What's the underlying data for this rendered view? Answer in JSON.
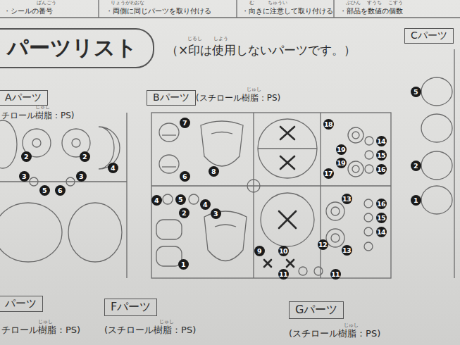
{
  "diagram": {
    "nodes": [
      {
        "text": [
          "パーツリスト"
        ]
      },
      {
        "text": [
          "Aパーツ"
        ]
      },
      {
        "text": [
          "Bパーツ"
        ]
      },
      {
        "text": [
          "Cパーツ"
        ]
      },
      {
        "text": [
          "パーツ"
        ]
      },
      {
        "text": [
          "Fパーツ"
        ]
      },
      {
        "text": [
          "Gパーツ"
        ]
      }
    ],
    "labels": [
      "・シールの番号",
      "ばんごう",
      "・両側に同じパーツを取り付ける",
      "りょうがわ",
      "おな",
      "・向きに注意して取り付ける",
      "む",
      "ちゅうい",
      "・部品を数値の個数",
      "ぶひん",
      "すうち",
      "こすう",
      "（×印は使用しないパーツです。）",
      "じるし",
      "しよう",
      "じゅし",
      "チロール樹脂：PS)",
      "じゅし",
      "(スチロール樹脂：PS)",
      "2",
      "2",
      "4",
      "3",
      "3",
      "5",
      "6",
      "7",
      "6",
      "8",
      "18",
      "17",
      "19",
      "19",
      "14",
      "15",
      "16",
      "4",
      "5",
      "4",
      "3",
      "2",
      "13",
      "16",
      "15",
      "14",
      "12",
      "13",
      "1",
      "9",
      "10",
      "11",
      "11",
      "5",
      "2",
      "1",
      "じゅし",
      "チロール樹脂：PS)",
      "じゅし",
      "(スチロール樹脂：PS)",
      "じゅし",
      "(スチロール樹脂：PS)"
    ]
  }
}
